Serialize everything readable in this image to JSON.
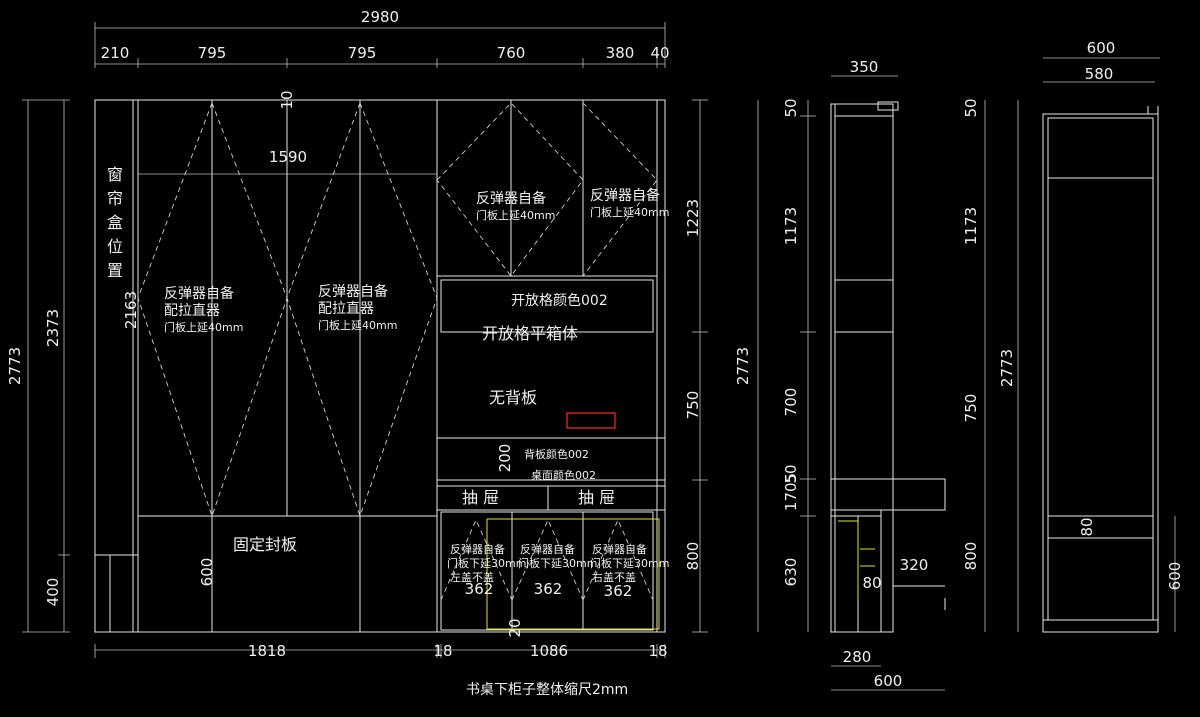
{
  "dims": {
    "total_width": "2980",
    "w210": "210",
    "w795a": "795",
    "w795b": "795",
    "w760": "760",
    "w380": "380",
    "w40": "40",
    "h2773_left": "2773",
    "h2373": "2373",
    "h400": "400",
    "h2163": "2163",
    "d10": "10",
    "d1590": "1590",
    "h1223": "1223",
    "h750": "750",
    "h800": "800",
    "h200": "200",
    "h600": "600",
    "w362a": "362",
    "w362b": "362",
    "w362c": "362",
    "d20": "20",
    "b1818": "1818",
    "b18": "18",
    "b1086": "1086",
    "b18r": "18",
    "s350": "350",
    "s50a": "50",
    "s1173a": "1173",
    "s2773a": "2773",
    "s700": "700",
    "s50b": "50",
    "s1705": "1705",
    "s630": "630",
    "s320": "320",
    "s80a": "80",
    "s280": "280",
    "s600a": "600",
    "r600": "600",
    "r580": "580",
    "r50": "50",
    "r1173": "1173",
    "r2773": "2773",
    "r750": "750",
    "r800": "800",
    "r80": "80",
    "r600b": "600"
  },
  "labels": {
    "curtain_box": [
      "窗",
      "帘",
      "盒",
      "位",
      "置"
    ],
    "door_left_1": "反弹器自备",
    "door_left_2": "配拉直器",
    "door_left_3": "门板上延40mm",
    "door_mid_1": "反弹器自备",
    "door_mid_2": "配拉直器",
    "door_mid_3": "门板上延40mm",
    "upper_a_1": "反弹器自备",
    "upper_a_2": "门板上延40mm",
    "upper_b_1": "反弹器自备",
    "upper_b_2": "门板上延40mm",
    "open_shelf_color": "开放格颜色002",
    "open_shelf_box": "开放格平箱体",
    "no_back_panel": "无背板",
    "back_panel_color": "背板颜色002",
    "desktop_color": "桌面颜色002",
    "drawer_a": "抽  屉",
    "drawer_b": "抽  屉",
    "fixed_panel": "固定封板",
    "low_a_1": "反弹器自备",
    "low_a_2": "门板下延30mm",
    "low_a_3": "左盖不盖",
    "low_b_1": "反弹器自备",
    "low_b_2": "门板下延30mm",
    "low_c_1": "反弹器自备",
    "low_c_2": "门板下延30mm",
    "low_c_3": "右盖不盖",
    "footer_note": "书桌下柜子整体缩尺2mm"
  },
  "colors": {
    "background": "#000000",
    "lines": "#e6e6e6",
    "highlight_yellow": "#e7e021",
    "marker_red": "#ff2a2a"
  }
}
